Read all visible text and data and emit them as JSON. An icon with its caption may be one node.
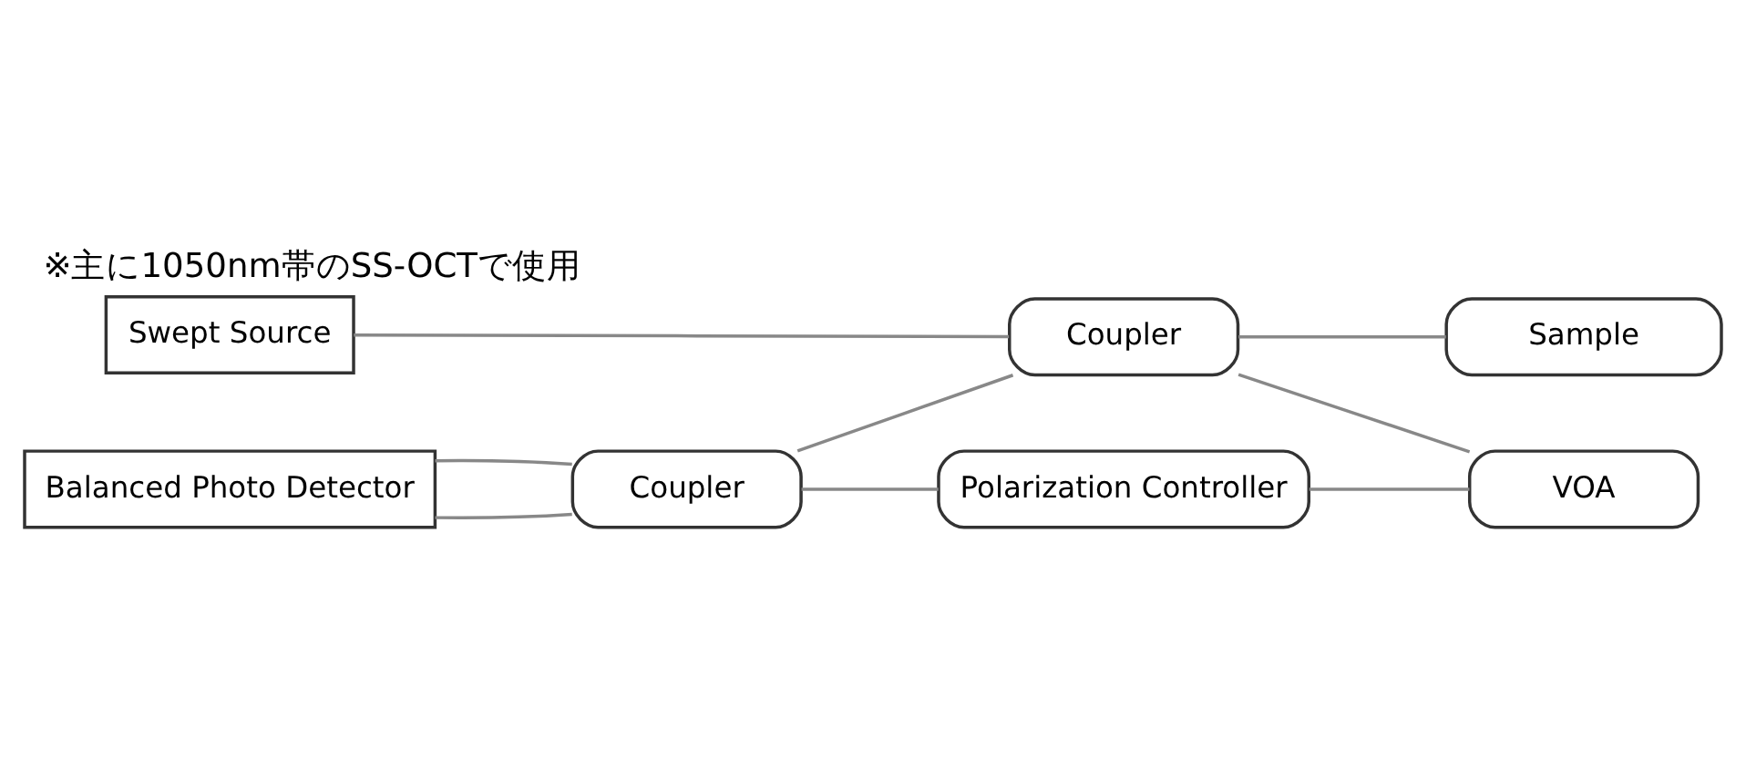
{
  "diagram": {
    "title": "※主に1050nm帯のSS-OCTで使用",
    "nodes": [
      {
        "text": [
          "Swept Source"
        ]
      },
      {
        "text": [
          "Coupler"
        ]
      },
      {
        "text": [
          "Sample"
        ]
      },
      {
        "text": [
          "Balanced Photo Detector"
        ]
      },
      {
        "text": [
          "Coupler"
        ]
      },
      {
        "text": [
          "VOA"
        ]
      },
      {
        "text": [
          "Polarization Controller"
        ]
      }
    ],
    "edges": [
      {
        "from": 0,
        "to": 1,
        "arrow": "none"
      },
      {
        "from": 1,
        "to": 2,
        "arrow": "none"
      },
      {
        "from": 4,
        "to": 1,
        "arrow": "none"
      },
      {
        "from": 3,
        "to": 4,
        "arrow": "none"
      },
      {
        "from": 3,
        "to": 4,
        "arrow": "none"
      },
      {
        "from": 4,
        "to": 6,
        "arrow": "none"
      },
      {
        "from": 6,
        "to": 5,
        "arrow": "none"
      },
      {
        "from": 5,
        "to": 1,
        "arrow": "none"
      }
    ]
  }
}
